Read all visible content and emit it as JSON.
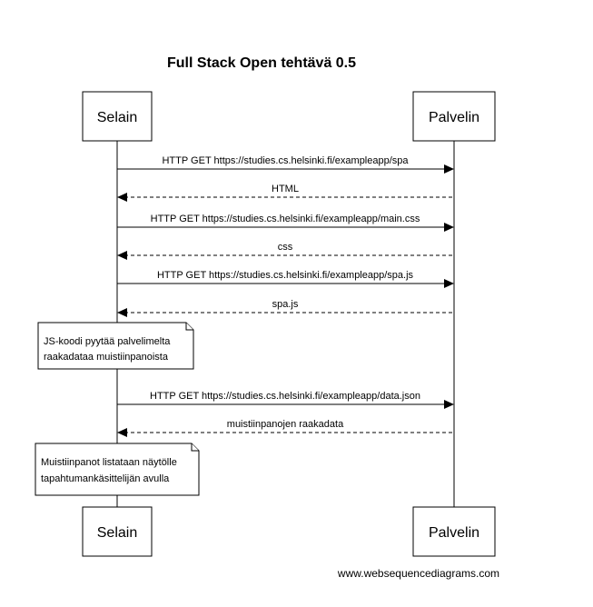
{
  "title": "Full Stack Open tehtävä 0.5",
  "participants": {
    "left": "Selain",
    "right": "Palvelin"
  },
  "messages": [
    {
      "label": "HTTP GET https://studies.cs.helsinki.fi/exampleapp/spa",
      "direction": "to-right",
      "style": "solid"
    },
    {
      "label": "HTML",
      "direction": "to-left",
      "style": "dashed"
    },
    {
      "label": "HTTP GET https://studies.cs.helsinki.fi/exampleapp/main.css",
      "direction": "to-right",
      "style": "solid"
    },
    {
      "label": "css",
      "direction": "to-left",
      "style": "dashed"
    },
    {
      "label": "HTTP GET https://studies.cs.helsinki.fi/exampleapp/spa.js",
      "direction": "to-right",
      "style": "solid"
    },
    {
      "label": "spa.js",
      "direction": "to-left",
      "style": "dashed"
    },
    {
      "label": "HTTP GET https://studies.cs.helsinki.fi/exampleapp/data.json",
      "direction": "to-right",
      "style": "solid"
    },
    {
      "label": "muistiinpanojen raakadata",
      "direction": "to-left",
      "style": "dashed"
    }
  ],
  "notes": [
    {
      "lines": [
        "JS-koodi pyytää palvelimelta",
        "raakadataa muistiinpanoista"
      ]
    },
    {
      "lines": [
        "Muistiinpanot listataan näytölle",
        "tapahtumankäsittelijän avulla"
      ]
    }
  ],
  "footer": "www.websequencediagrams.com"
}
